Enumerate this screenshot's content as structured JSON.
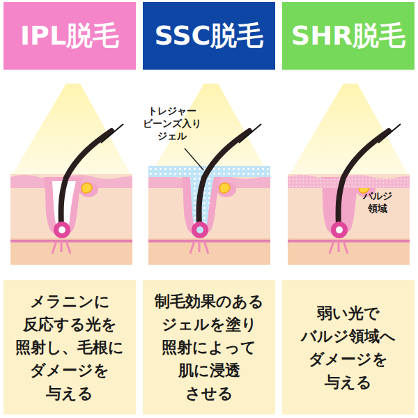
{
  "diagram": {
    "nodes": [
      {
        "text": [
          "IPL脱毛"
        ]
      },
      {
        "text": [
          "SSC脱毛"
        ]
      },
      {
        "text": [
          "SHR脱毛"
        ]
      },
      {
        "text": [
          "メラニンに 反応する光を 照射し、毛根に ダメージを 与える"
        ]
      },
      {
        "text": [
          "制毛効果のある ジェルを塗り 照射によって 肌に浸透 させる"
        ]
      },
      {
        "text": [
          "弱い光で バルジ領域へ ダメージを 与える"
        ]
      }
    ],
    "labels": [
      "トレジャー ビーンズ入り ジェル",
      "バルジ 領域"
    ]
  }
}
